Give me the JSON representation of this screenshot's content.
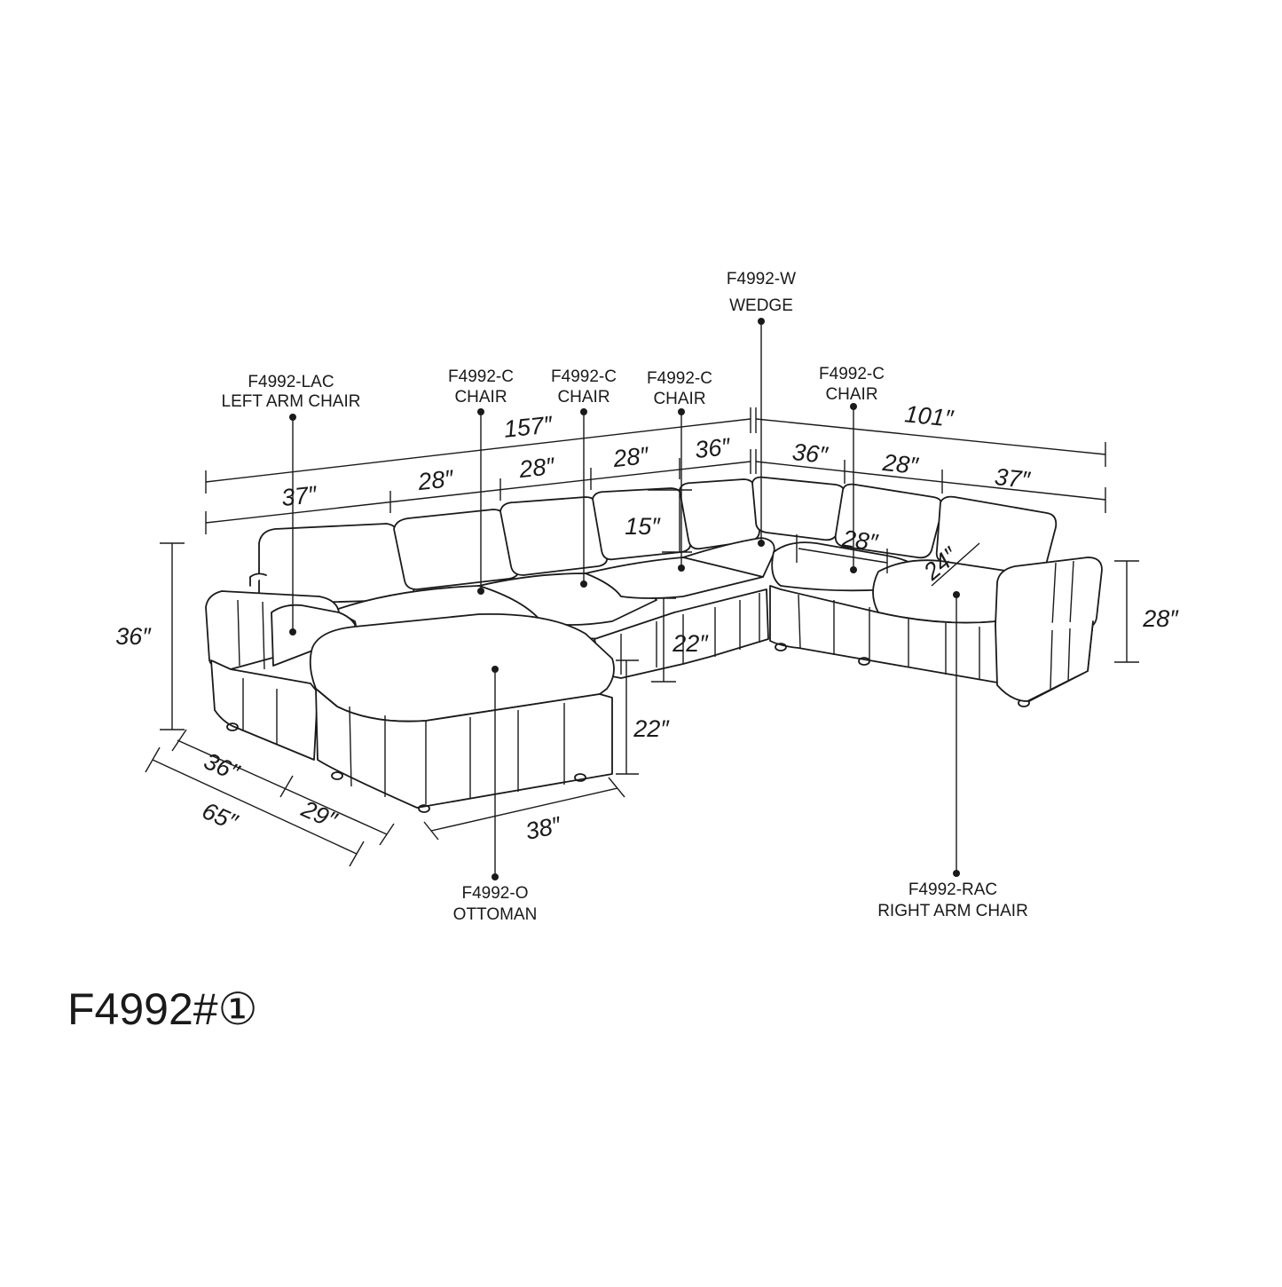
{
  "model_code": "F4992#①",
  "labels": {
    "wedge": [
      "F4992-W",
      "WEDGE"
    ],
    "lac": [
      "F4992-LAC",
      "LEFT ARM CHAIR"
    ],
    "chair1": [
      "F4992-C",
      "CHAIR"
    ],
    "chair2": [
      "F4992-C",
      "CHAIR"
    ],
    "chair3": [
      "F4992-C",
      "CHAIR"
    ],
    "chair4": [
      "F4992-C",
      "CHAIR"
    ],
    "ottoman": [
      "F4992-O",
      "OTTOMAN"
    ],
    "rac": [
      "F4992-RAC",
      "RIGHT ARM CHAIR"
    ]
  },
  "dimensions": {
    "total_left": "157″",
    "total_right": "101″",
    "seg_37_left": "37″",
    "seg_28_a": "28″",
    "seg_28_b": "28″",
    "seg_28_c": "28″",
    "seg_36_left": "36″",
    "seg_36_right": "36″",
    "seg_28_right": "28″",
    "seg_37_right": "37″",
    "back_15": "15″",
    "seat_28": "28″",
    "arm_24": "24″",
    "height_36": "36″",
    "seat_height_22_a": "22″",
    "seat_height_22_b": "22″",
    "arm_height_28": "28″",
    "depth_36": "36″",
    "depth_29": "29″",
    "depth_65": "65″",
    "ottoman_38": "38″"
  }
}
